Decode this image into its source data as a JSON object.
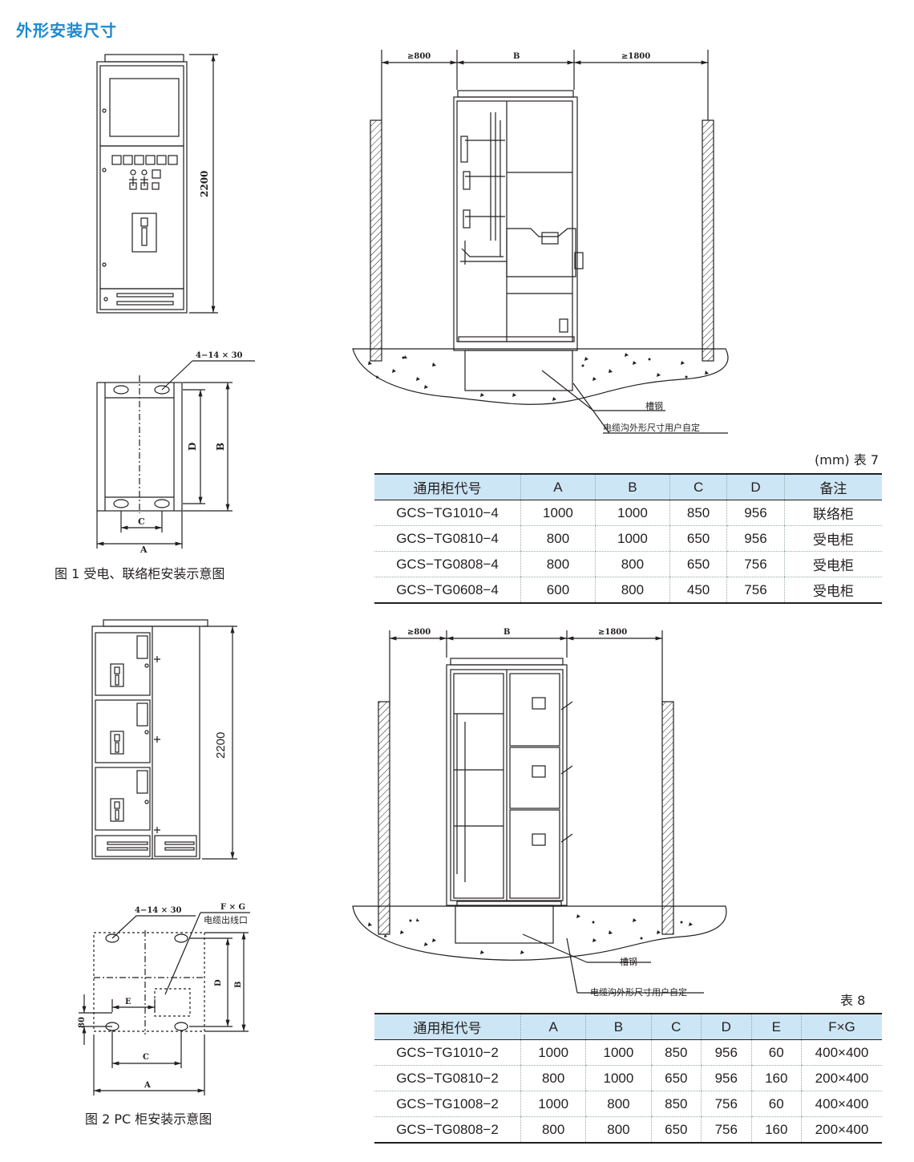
{
  "page_title": "外形安装尺寸",
  "figure1": {
    "caption": "图 1 受电、联络柜安装示意图",
    "dim_height": "2200",
    "hole_note": "4−14 × 30",
    "dim_D": "D",
    "dim_B": "B",
    "dim_C": "C",
    "dim_A": "A"
  },
  "figure2": {
    "caption": "图 2 PC 柜安装示意图",
    "dim_height": "2200",
    "hole_note": "4−14 × 30",
    "fg_note": "F × G",
    "outlet_note": "电缆出线口",
    "dim_D": "D",
    "dim_B": "B",
    "dim_C": "C",
    "dim_A": "A",
    "dim_E": "E",
    "dim_80": "80"
  },
  "section1": {
    "left_clear": "≥800",
    "width_label": "B",
    "right_clear": "≥1800",
    "channel_steel": "槽钢",
    "trench_note": "电缆沟外形尺寸用户自定"
  },
  "section2": {
    "left_clear": "≥800",
    "width_label": "B",
    "right_clear": "≥1800",
    "channel_steel": "槽钢",
    "trench_note": "电缆沟外形尺寸用户自定"
  },
  "table7": {
    "label": "(mm) 表 7",
    "headers": [
      "通用柜代号",
      "A",
      "B",
      "C",
      "D",
      "备注"
    ],
    "rows": [
      [
        "GCS−TG1010−4",
        "1000",
        "1000",
        "850",
        "956",
        "联络柜"
      ],
      [
        "GCS−TG0810−4",
        "800",
        "1000",
        "650",
        "956",
        "受电柜"
      ],
      [
        "GCS−TG0808−4",
        "800",
        "800",
        "650",
        "756",
        "受电柜"
      ],
      [
        "GCS−TG0608−4",
        "600",
        "800",
        "450",
        "756",
        "受电柜"
      ]
    ]
  },
  "table8": {
    "label": "表 8",
    "headers": [
      "通用柜代号",
      "A",
      "B",
      "C",
      "D",
      "E",
      "F×G"
    ],
    "rows": [
      [
        "GCS−TG1010−2",
        "1000",
        "1000",
        "850",
        "956",
        "60",
        "400×400"
      ],
      [
        "GCS−TG0810−2",
        "800",
        "1000",
        "650",
        "956",
        "160",
        "200×400"
      ],
      [
        "GCS−TG1008−2",
        "1000",
        "800",
        "850",
        "756",
        "60",
        "400×400"
      ],
      [
        "GCS−TG0808−2",
        "800",
        "800",
        "650",
        "756",
        "160",
        "200×400"
      ]
    ]
  }
}
